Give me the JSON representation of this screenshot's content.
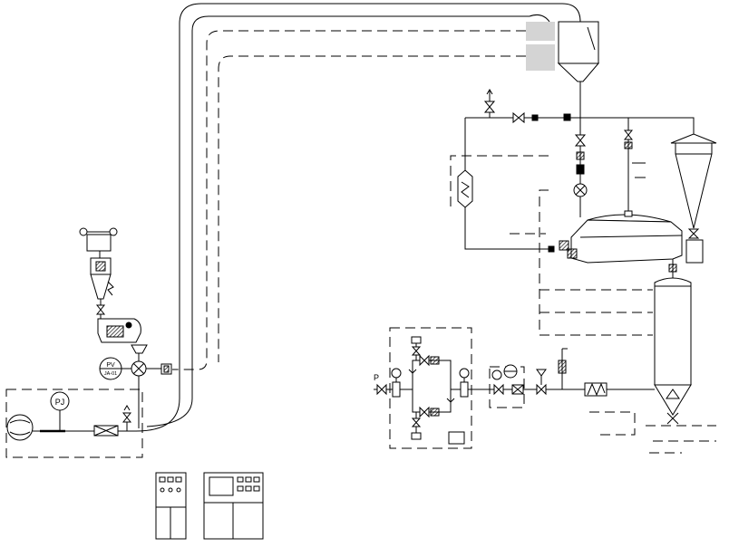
{
  "labels": {
    "pump_gauge_tag": "PJ",
    "pressure_tag": "P",
    "control_valve_tag_top": "PV",
    "control_valve_tag_bottom": "JA-01"
  },
  "colors": {
    "line": "#000000",
    "background": "#ffffff",
    "panel_gray": "#d4d4d4"
  }
}
